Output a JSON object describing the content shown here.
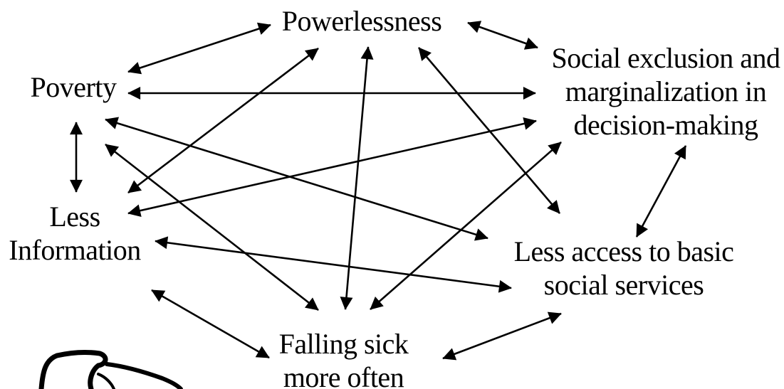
{
  "diagram": {
    "nodes": {
      "powerlessness": {
        "lines": [
          "Powerlessness"
        ]
      },
      "poverty": {
        "lines": [
          "Poverty"
        ]
      },
      "social": {
        "lines": [
          "Social exclusion and",
          "marginalization in",
          "decision-making"
        ]
      },
      "info": {
        "lines": [
          "Less",
          "Information"
        ]
      },
      "access": {
        "lines": [
          "Less access to basic",
          "social services"
        ]
      },
      "sick": {
        "lines": [
          "Falling sick",
          "more often"
        ]
      }
    },
    "edges": [
      {
        "from": "poverty",
        "to": "powerlessness",
        "direction": "both"
      },
      {
        "from": "poverty",
        "to": "social",
        "direction": "both"
      },
      {
        "from": "poverty",
        "to": "access",
        "direction": "both"
      },
      {
        "from": "poverty",
        "to": "sick",
        "direction": "both"
      },
      {
        "from": "poverty",
        "to": "info",
        "direction": "both"
      },
      {
        "from": "powerlessness",
        "to": "social",
        "direction": "both"
      },
      {
        "from": "powerlessness",
        "to": "info",
        "direction": "both"
      },
      {
        "from": "powerlessness",
        "to": "sick",
        "direction": "both"
      },
      {
        "from": "powerlessness",
        "to": "access",
        "direction": "both"
      },
      {
        "from": "social",
        "to": "info",
        "direction": "both"
      },
      {
        "from": "social",
        "to": "access",
        "direction": "both"
      },
      {
        "from": "social",
        "to": "sick",
        "direction": "both"
      },
      {
        "from": "info",
        "to": "access",
        "direction": "both"
      },
      {
        "from": "info",
        "to": "sick",
        "direction": "both"
      },
      {
        "from": "access",
        "to": "sick",
        "direction": "both"
      }
    ],
    "colors": {
      "text": "#000000",
      "arrow": "#000000",
      "background": "#ffffff"
    }
  }
}
